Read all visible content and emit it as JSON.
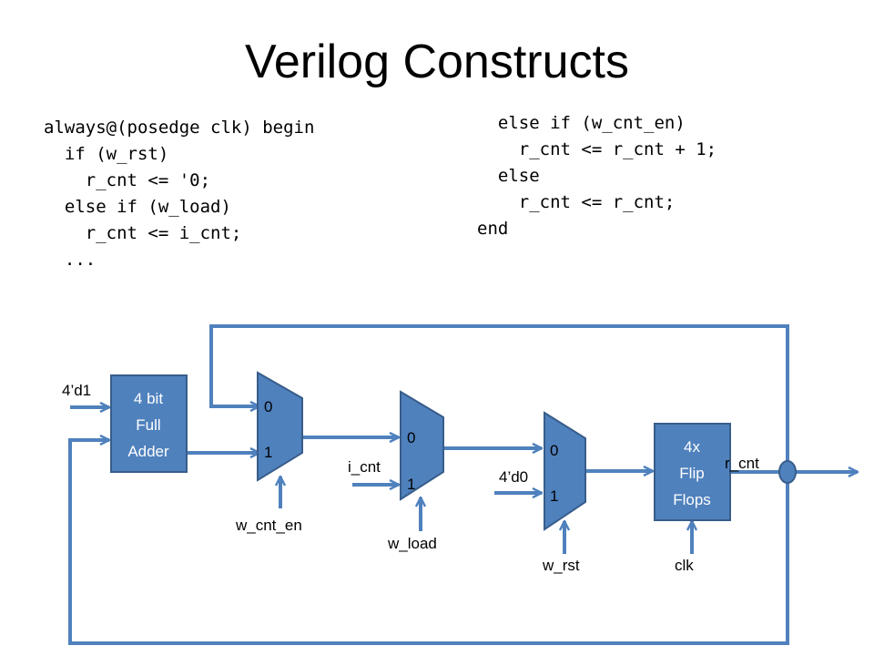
{
  "title": "Verilog Constructs",
  "code_left": [
    "always@(posedge clk) begin",
    "  if (w_rst)",
    "    r_cnt <= '0;",
    "  else if (w_load)",
    "    r_cnt <= i_cnt;",
    "  ..."
  ],
  "code_right": [
    "  else if (w_cnt_en)",
    "    r_cnt <= r_cnt + 1;",
    "  else",
    "    r_cnt <= r_cnt;",
    "end"
  ],
  "diagram": {
    "adder": {
      "lines": [
        "4 bit",
        "Full",
        "Adder"
      ],
      "input_label": "4’d1"
    },
    "mux1": {
      "in0": "0",
      "in1": "1",
      "select": "w_cnt_en"
    },
    "mux2": {
      "in0": "0",
      "in1": "1",
      "data_label": "i_cnt",
      "select": "w_load"
    },
    "mux3": {
      "in0": "0",
      "in1": "1",
      "data_label": "4’d0",
      "select": "w_rst"
    },
    "flipflops": {
      "lines": [
        "4x",
        "Flip",
        "Flops"
      ],
      "clock": "clk",
      "output_label": "r_cnt"
    },
    "colors": {
      "block_fill": "#4F81BD",
      "block_stroke": "#385D8A",
      "wire": "#4F81BD"
    }
  }
}
